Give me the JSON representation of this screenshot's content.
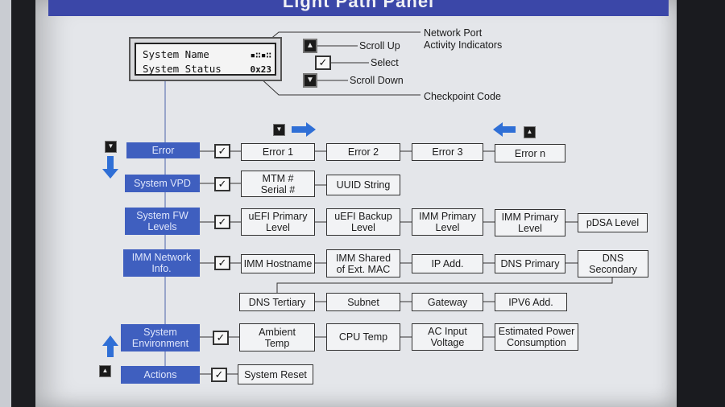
{
  "header": {
    "title": "Light Path Panel"
  },
  "lcd": {
    "line1": "System Name",
    "line2": "System Status",
    "code": "0x23"
  },
  "controls": {
    "scroll_up": "Scroll Up",
    "select": "Select",
    "scroll_down": "Scroll Down",
    "network_ports": "Network Port\nActivity Indicators",
    "checkpoint": "Checkpoint Code"
  },
  "icons": {
    "up": "up-triangle-icon",
    "down": "down-triangle-icon",
    "check": "checkmark-icon",
    "arrow_right": "arrow-right-icon",
    "arrow_left": "arrow-left-icon"
  },
  "colors": {
    "category_blue": "#3f5fbf",
    "arrow_blue": "#2f6fd6",
    "title_band": "#3b47a8"
  },
  "rows": [
    {
      "category": "Error",
      "items": [
        "Error 1",
        "Error 2",
        "Error 3",
        "Error n"
      ]
    },
    {
      "category": "System VPD",
      "items": [
        "MTM #\nSerial #",
        "UUID String"
      ]
    },
    {
      "category": "System FW\nLevels",
      "items": [
        "uEFI Primary\nLevel",
        "uEFI Backup\nLevel",
        "IMM Primary\nLevel",
        "IMM Primary\nLevel",
        "pDSA Level"
      ]
    },
    {
      "category": "IMM Network\nInfo.",
      "items": [
        "IMM Hostname",
        "IMM Shared\nof Ext. MAC",
        "IP Add.",
        "DNS Primary",
        "DNS\nSecondary",
        "DNS Tertiary",
        "Subnet",
        "Gateway",
        "IPV6 Add."
      ]
    },
    {
      "category": "System\nEnvironment",
      "items": [
        "Ambient\nTemp",
        "CPU Temp",
        "AC Input\nVoltage",
        "Estimated Power\nConsumption"
      ]
    },
    {
      "category": "Actions",
      "items": [
        "System Reset"
      ]
    }
  ]
}
